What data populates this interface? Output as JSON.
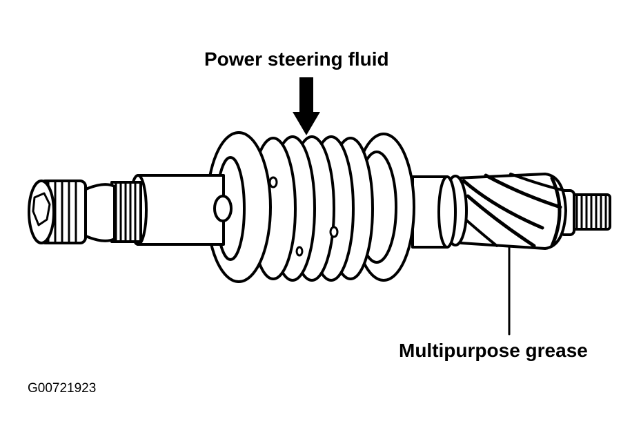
{
  "labels": {
    "power_steering_fluid": "Power steering fluid",
    "multipurpose_grease": "Multipurpose grease"
  },
  "figure_id": "G00721923",
  "colors": {
    "ink": "#000000",
    "paper": "#ffffff"
  }
}
